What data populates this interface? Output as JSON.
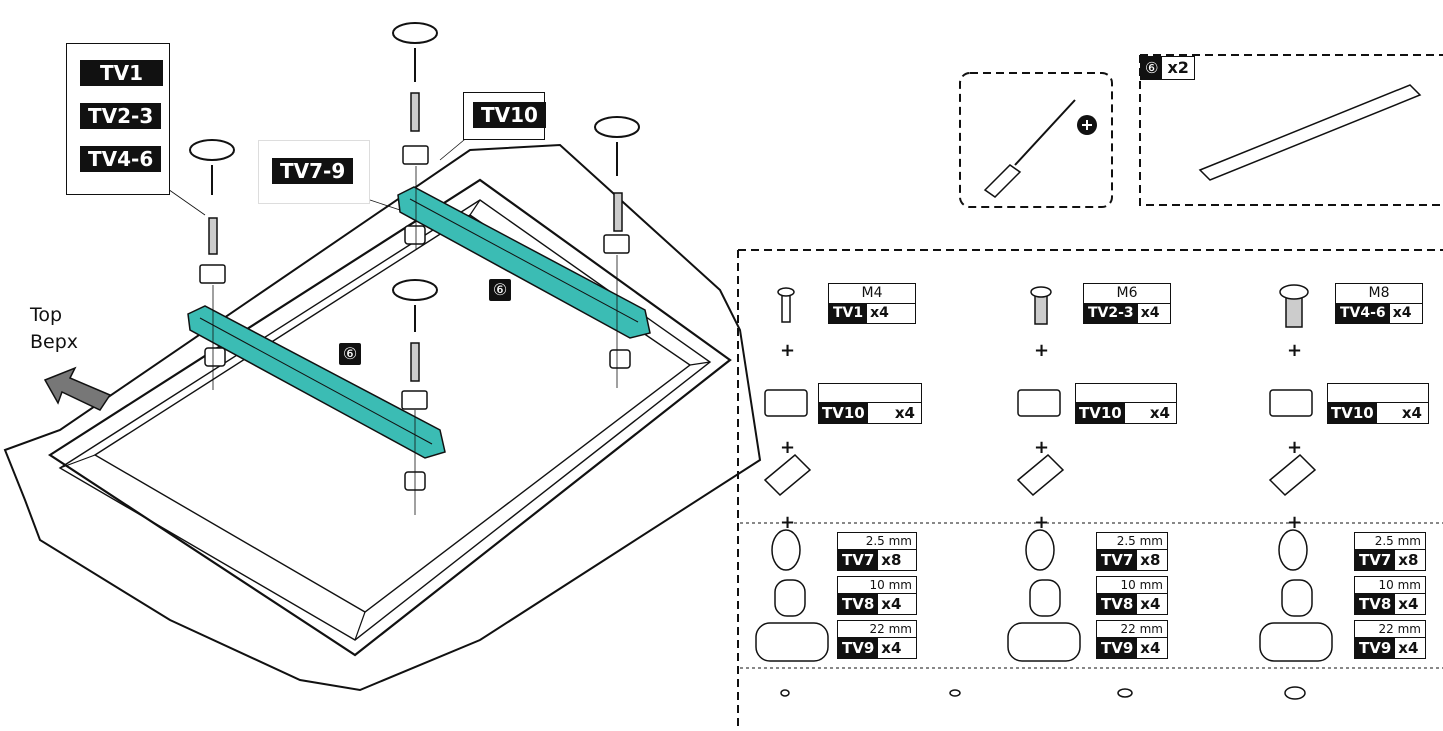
{
  "labels": {
    "tv1": "TV1",
    "tv2_3": "TV2-3",
    "tv4_6": "TV4-6",
    "tv7_9": "TV7-9",
    "tv10": "TV10",
    "part_number": "⑥",
    "top_en": "Top",
    "top_ru": "Верх"
  },
  "rail_box": {
    "number": "⑥",
    "qty": "x2"
  },
  "columns": [
    {
      "bolt": {
        "size": "M4",
        "code": "TV1",
        "qty": "x4"
      },
      "washer": {
        "code": "TV10",
        "qty": "x4"
      },
      "spacers": [
        {
          "size": "2.5 mm",
          "code": "TV7",
          "qty": "x8"
        },
        {
          "size": "10 mm",
          "code": "TV8",
          "qty": "x4"
        },
        {
          "size": "22 mm",
          "code": "TV9",
          "qty": "x4"
        }
      ]
    },
    {
      "bolt": {
        "size": "M6",
        "code": "TV2-3",
        "qty": "x4"
      },
      "washer": {
        "code": "TV10",
        "qty": "x4"
      },
      "spacers": [
        {
          "size": "2.5 mm",
          "code": "TV7",
          "qty": "x8"
        },
        {
          "size": "10 mm",
          "code": "TV8",
          "qty": "x4"
        },
        {
          "size": "22 mm",
          "code": "TV9",
          "qty": "x4"
        }
      ]
    },
    {
      "bolt": {
        "size": "M8",
        "code": "TV4-6",
        "qty": "x4"
      },
      "washer": {
        "code": "TV10",
        "qty": "x4"
      },
      "spacers": [
        {
          "size": "2.5 mm",
          "code": "TV7",
          "qty": "x8"
        },
        {
          "size": "10 mm",
          "code": "TV8",
          "qty": "x4"
        },
        {
          "size": "22 mm",
          "code": "TV9",
          "qty": "x4"
        }
      ]
    }
  ],
  "colors": {
    "rail": "#3bbcb4",
    "ink": "#111111"
  }
}
